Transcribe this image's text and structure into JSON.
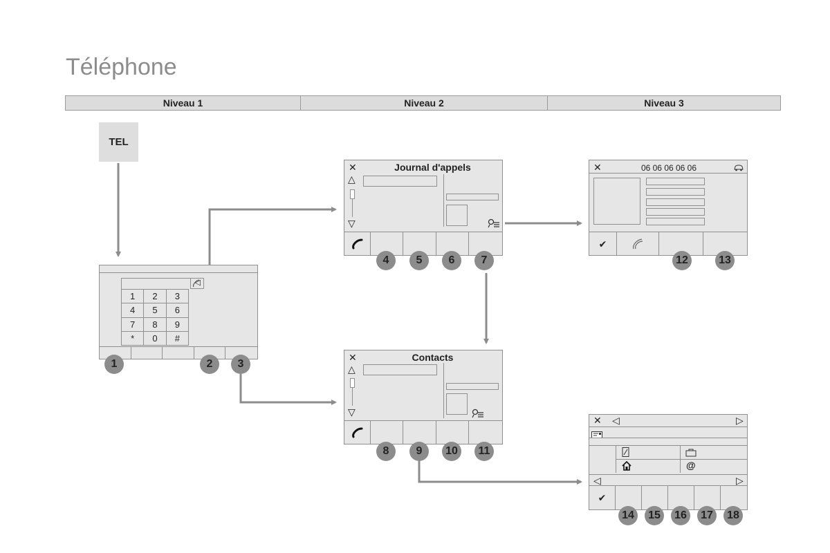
{
  "page_title": "Téléphone",
  "levels": [
    "Niveau 1",
    "Niveau 2",
    "Niveau 3"
  ],
  "tel_button": "TEL",
  "keypad": {
    "keys": [
      "1",
      "2",
      "3",
      "4",
      "5",
      "6",
      "7",
      "8",
      "9",
      "*",
      "0",
      "#"
    ],
    "back_glyph": "◁"
  },
  "journal": {
    "title": "Journal d'appels"
  },
  "contacts": {
    "title": "Contacts"
  },
  "number_screen": {
    "number": "06 06 06 06 06"
  },
  "glyphs": {
    "close": "✕",
    "check": "✔",
    "up": "△",
    "down": "▽",
    "left": "◁",
    "right": "▷",
    "at": "@"
  },
  "callouts": {
    "n1": "1",
    "n2": "2",
    "n3": "3",
    "n4": "4",
    "n5": "5",
    "n6": "6",
    "n7": "7",
    "n8": "8",
    "n9": "9",
    "n10": "10",
    "n11": "11",
    "n12": "12",
    "n13": "13",
    "n14": "14",
    "n15": "15",
    "n16": "16",
    "n17": "17",
    "n18": "18"
  },
  "colors": {
    "screen": "#e6e6e6",
    "arrow": "#8c8c8c",
    "callout": "#8c8c8c",
    "header": "#dcdcdc"
  }
}
